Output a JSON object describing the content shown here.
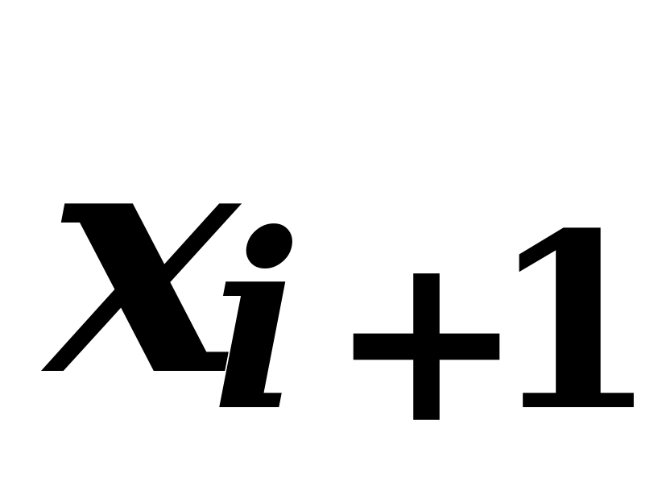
{
  "expression": {
    "variable": "x",
    "subscript": {
      "index": "i",
      "operator": "+",
      "number": "1"
    }
  }
}
